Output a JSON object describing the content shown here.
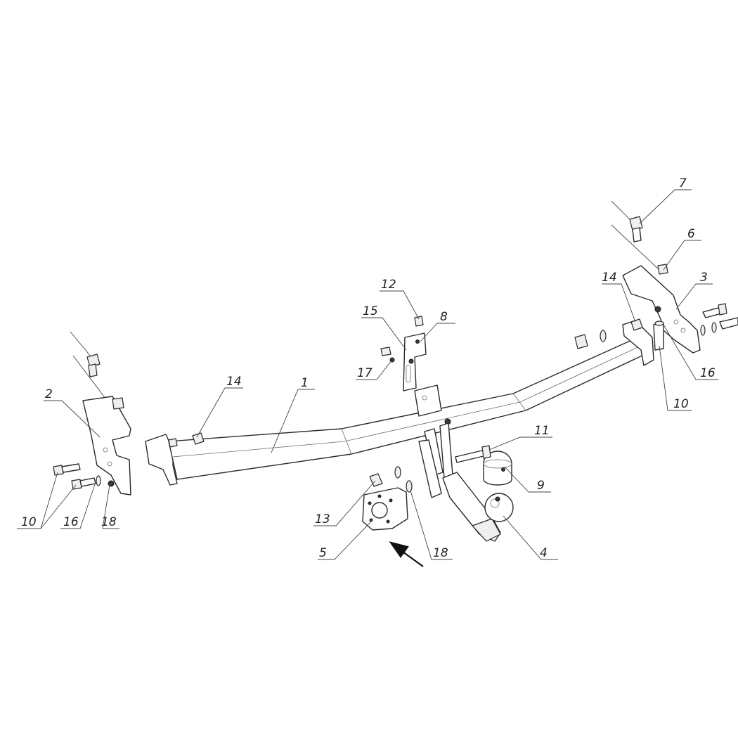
{
  "callouts": [
    {
      "id": "c1",
      "text": "1"
    },
    {
      "id": "c2",
      "text": "2"
    },
    {
      "id": "c3",
      "text": "3"
    },
    {
      "id": "c4",
      "text": "4"
    },
    {
      "id": "c5",
      "text": "5"
    },
    {
      "id": "c6",
      "text": "6"
    },
    {
      "id": "c7",
      "text": "7"
    },
    {
      "id": "c8",
      "text": "8"
    },
    {
      "id": "c9",
      "text": "9"
    },
    {
      "id": "c10a",
      "text": "10"
    },
    {
      "id": "c10b",
      "text": "10"
    },
    {
      "id": "c11",
      "text": "11"
    },
    {
      "id": "c12",
      "text": "12"
    },
    {
      "id": "c13",
      "text": "13"
    },
    {
      "id": "c14a",
      "text": "14"
    },
    {
      "id": "c14b",
      "text": "14"
    },
    {
      "id": "c15",
      "text": "15"
    },
    {
      "id": "c16a",
      "text": "16"
    },
    {
      "id": "c16b",
      "text": "16"
    },
    {
      "id": "c17",
      "text": "17"
    },
    {
      "id": "c18a",
      "text": "18"
    },
    {
      "id": "c18b",
      "text": "18"
    }
  ]
}
